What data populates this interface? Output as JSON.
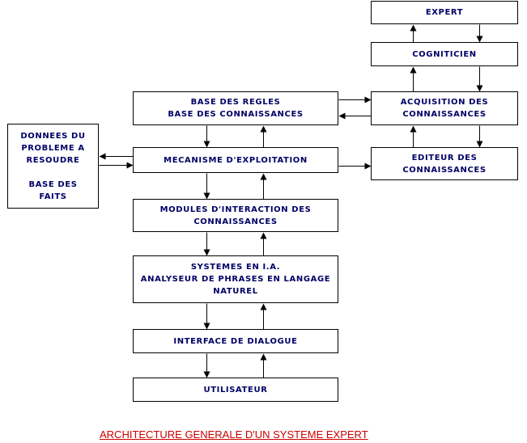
{
  "nodes": {
    "expert": [
      "EXPERT"
    ],
    "cogniticien": [
      "COGNITICIEN"
    ],
    "base_regles": [
      "BASE DES REGLES",
      "BASE DES CONNAISSANCES"
    ],
    "acquisition": [
      "ACQUISITION DES",
      "CONNAISSANCES"
    ],
    "donnees": [
      "DONNEES DU",
      "PROBLEME A",
      "RESOUDRE",
      "",
      "BASE DES",
      "FAITS"
    ],
    "mecanisme": [
      "MECANISME D'EXPLOITATION"
    ],
    "editeur": [
      "EDITEUR DES",
      "CONNAISSANCES"
    ],
    "modules": [
      "MODULES D'INTERACTION DES",
      "CONNAISSANCES"
    ],
    "systemes": [
      "SYSTEMES EN I.A.",
      "ANALYSEUR DE PHRASES EN LANGAGE",
      "NATUREL"
    ],
    "interface": [
      "INTERFACE DE DIALOGUE"
    ],
    "utilisateur": [
      "UTILISATEUR"
    ]
  },
  "caption": "ARCHITECTURE GENERALE D'UN SYSTEME EXPERT",
  "colors": {
    "node_text": "#000066",
    "caption": "#cc0000",
    "lines": "#000000"
  }
}
